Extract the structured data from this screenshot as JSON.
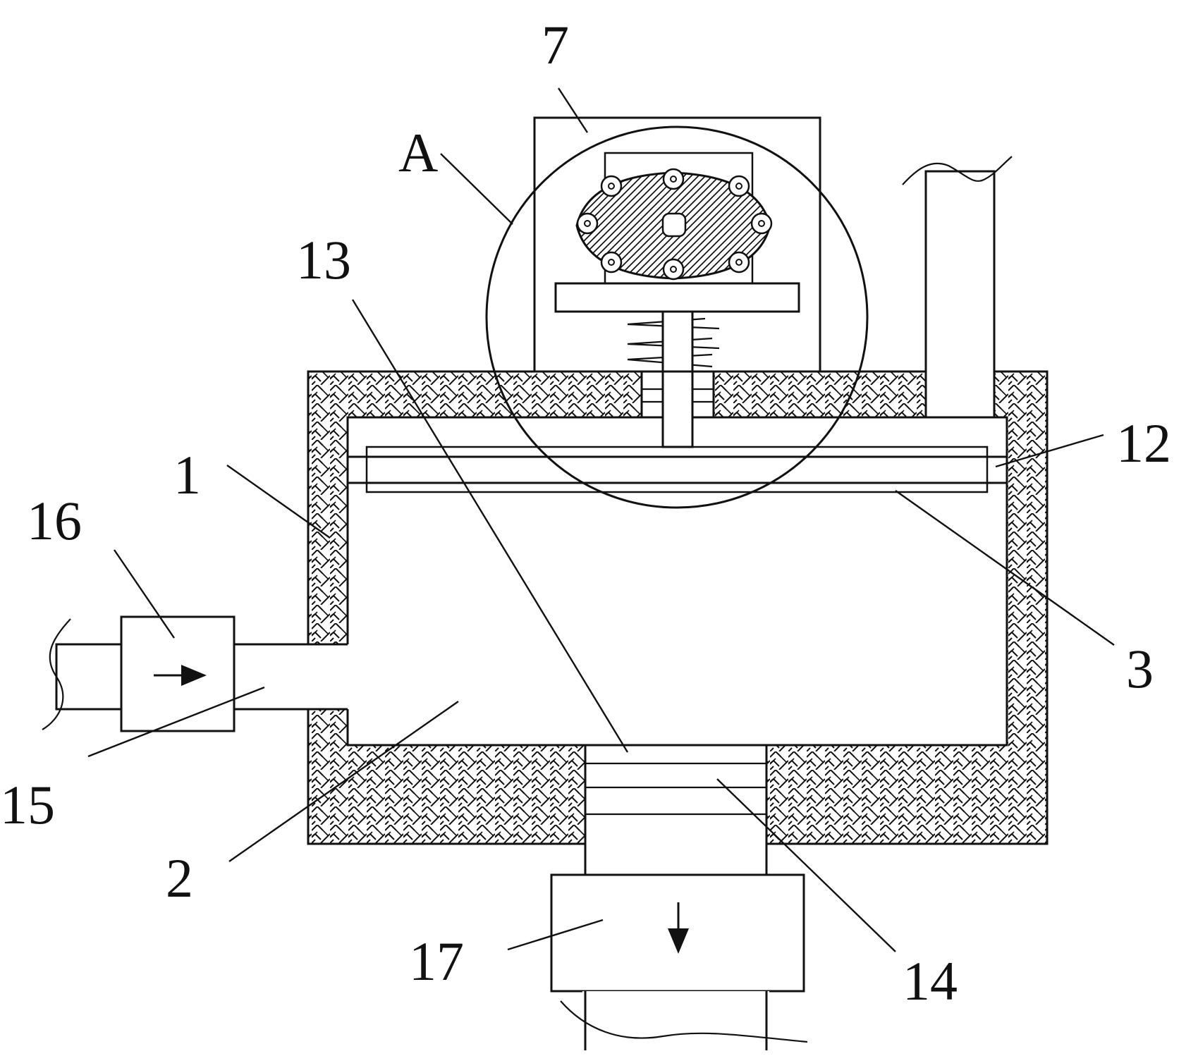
{
  "labels": {
    "l1": "1",
    "l2": "2",
    "l3": "3",
    "l7": "7",
    "l12": "12",
    "l13": "13",
    "l14": "14",
    "l15": "15",
    "l16": "16",
    "l17": "17",
    "lA": "A"
  }
}
